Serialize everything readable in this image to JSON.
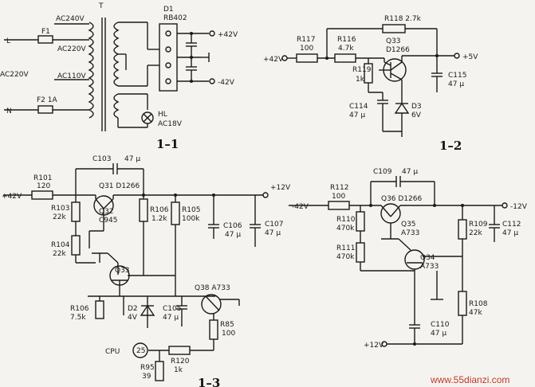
{
  "figures": [
    {
      "id": "fig-1-1",
      "caption": "1–1"
    },
    {
      "id": "fig-1-2",
      "caption": "1–2"
    },
    {
      "id": "fig-1-3",
      "caption": "1–3"
    }
  ],
  "watermark": "www.55dianzi.com",
  "circuit_1_1": {
    "transformer": "T",
    "bridge": [
      "D1",
      "RB402"
    ],
    "taps": [
      "AC240V",
      "AC220V",
      "AC110V"
    ],
    "inputs": [
      "L",
      "AC220V",
      "N"
    ],
    "fuses": [
      "F1",
      "F2 1A"
    ],
    "lamp": [
      "HL",
      "AC18V"
    ],
    "outputs": [
      "+42V",
      "-42V"
    ]
  },
  "circuit_1_2": {
    "input": "+42V",
    "output": "+5V",
    "r117": [
      "R117",
      "100"
    ],
    "r116": [
      "R116",
      "4.7k"
    ],
    "r118": "R118 2.7k",
    "r119": [
      "R119",
      "1k"
    ],
    "q33": [
      "Q33",
      "D1266"
    ],
    "c114": [
      "C114",
      "47 μ"
    ],
    "d3": [
      "D3",
      "6V"
    ],
    "c115": [
      "C115",
      "47 μ"
    ]
  },
  "circuit_1_3": {
    "input": "+42V",
    "output": "+12V",
    "r101": [
      "R101",
      "120"
    ],
    "c103": [
      "C103",
      "47 μ"
    ],
    "q31": "Q31 D1266",
    "r103": [
      "R103",
      "22k"
    ],
    "q32": [
      "Q32",
      "C945"
    ],
    "r104": [
      "R104",
      "22k"
    ],
    "q33": "Q33",
    "r106a": [
      "R106",
      "1.2k"
    ],
    "r105": [
      "R105",
      "100k"
    ],
    "c106": [
      "C106",
      "47 μ"
    ],
    "c107": [
      "C107",
      "47 μ"
    ],
    "r106b": [
      "R106",
      "7.5k"
    ],
    "d2": [
      "D2",
      "4V"
    ],
    "c105": [
      "C105",
      "47 μ"
    ],
    "q38": "Q38  A733",
    "r85": [
      "R85",
      "100"
    ],
    "cpu": [
      "CPU",
      "25"
    ],
    "r95": [
      "R95",
      "39"
    ],
    "r120": [
      "R120",
      "1k"
    ]
  },
  "circuit_1_4": {
    "input": "-42V",
    "output": "-12V",
    "r112": [
      "R112",
      "100"
    ],
    "c109": [
      "C109",
      "47 μ"
    ],
    "q36": "Q36  D1266",
    "r110": [
      "R110",
      "470k"
    ],
    "q35": [
      "Q35",
      "A733"
    ],
    "r111": [
      "R111",
      "470k"
    ],
    "q34": [
      "Q34",
      "A733"
    ],
    "r109": [
      "R109",
      "22k"
    ],
    "c112": [
      "C112",
      "47 μ"
    ],
    "r108": [
      "R108",
      "47k"
    ],
    "c110": [
      "C110",
      "47 μ"
    ],
    "bottom": "+12V"
  }
}
